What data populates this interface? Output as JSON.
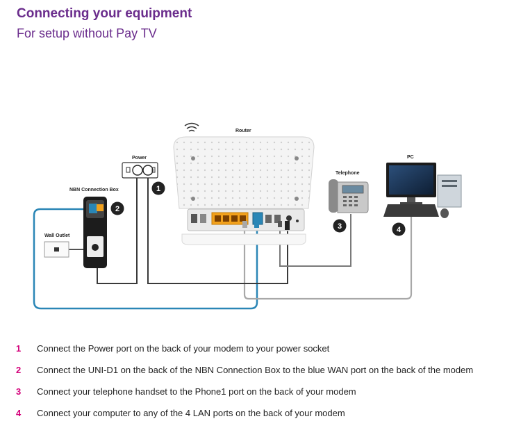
{
  "header": {
    "title": "Connecting your equipment",
    "subtitle": "For setup without Pay TV"
  },
  "diagram": {
    "labels": {
      "router": "Router",
      "power": "Power",
      "nbn_box": "NBN Connection Box",
      "wall_outlet": "Wall Outlet",
      "telephone": "Telephone",
      "pc": "PC"
    },
    "badges": [
      "1",
      "2",
      "3",
      "4"
    ],
    "colors": {
      "wan_cable": "#2a86b6",
      "lan_cable": "#a8a8a8",
      "power_cable": "#3a3a3a",
      "phone_cable": "#7a7a7a",
      "lan_ports": "#f2a11c",
      "accent_purple": "#6a2c8c",
      "step_number": "#d4007a"
    }
  },
  "steps": [
    {
      "num": "1",
      "text": "Connect the Power port on the back of your modem to your power socket"
    },
    {
      "num": "2",
      "text": "Connect the UNI-D1 on the back of the NBN Connection Box to the blue WAN port on the back of the modem"
    },
    {
      "num": "3",
      "text": "Connect your telephone handset to the Phone1 port on the back of your modem"
    },
    {
      "num": "4",
      "text": "Connect your computer to any of the 4 LAN ports on the back of your modem"
    }
  ]
}
